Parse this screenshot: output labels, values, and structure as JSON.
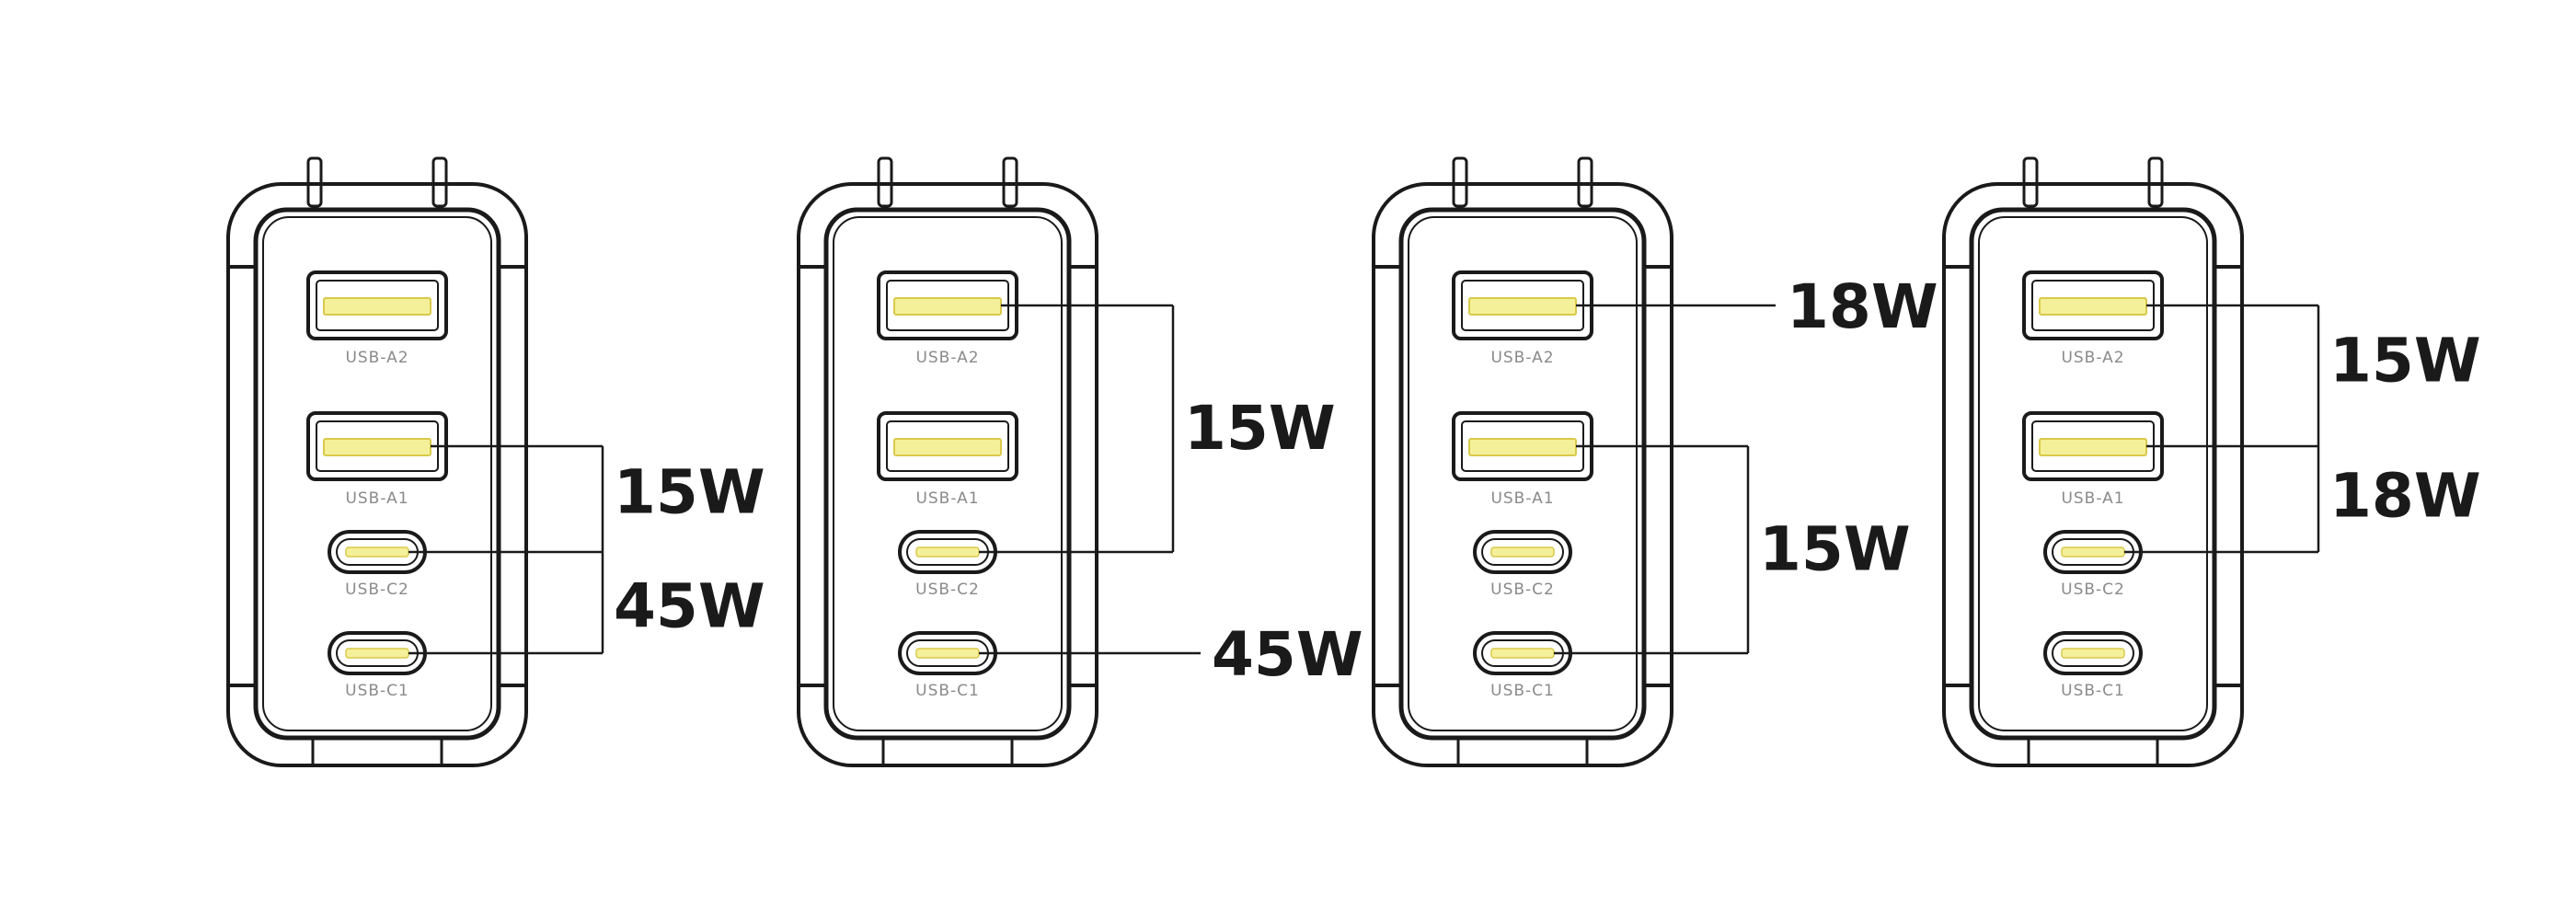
{
  "colors": {
    "outline": "#1a1a1a",
    "port_fill": "#f4f09a",
    "port_stroke": "#d9c94a",
    "port_label": "#8a8a8a",
    "background": "#ffffff"
  },
  "chargers": [
    {
      "ports": [
        {
          "id": "A2",
          "kind": "usb-a",
          "label": "USB-A2"
        },
        {
          "id": "A1",
          "kind": "usb-a",
          "label": "USB-A1"
        },
        {
          "id": "C2",
          "kind": "usb-c",
          "label": "USB-C2"
        },
        {
          "id": "C1",
          "kind": "usb-c",
          "label": "USB-C1"
        }
      ],
      "groups": [
        {
          "ports": [
            "A1",
            "C2",
            "C1"
          ],
          "labels": [
            "15W",
            "45W"
          ]
        }
      ]
    },
    {
      "ports": [
        {
          "id": "A2",
          "kind": "usb-a",
          "label": "USB-A2"
        },
        {
          "id": "A1",
          "kind": "usb-a",
          "label": "USB-A1"
        },
        {
          "id": "C2",
          "kind": "usb-c",
          "label": "USB-C2"
        },
        {
          "id": "C1",
          "kind": "usb-c",
          "label": "USB-C1"
        }
      ],
      "groups": [
        {
          "ports": [
            "A2",
            "C2"
          ],
          "labels": [
            "15W"
          ]
        },
        {
          "ports": [
            "C1"
          ],
          "labels": [
            "45W"
          ]
        }
      ]
    },
    {
      "ports": [
        {
          "id": "A2",
          "kind": "usb-a",
          "label": "USB-A2"
        },
        {
          "id": "A1",
          "kind": "usb-a",
          "label": "USB-A1"
        },
        {
          "id": "C2",
          "kind": "usb-c",
          "label": "USB-C2"
        },
        {
          "id": "C1",
          "kind": "usb-c",
          "label": "USB-C1"
        }
      ],
      "groups": [
        {
          "ports": [
            "A2"
          ],
          "labels": [
            "18W"
          ]
        },
        {
          "ports": [
            "A1",
            "C1"
          ],
          "labels": [
            "15W"
          ]
        }
      ]
    },
    {
      "ports": [
        {
          "id": "A2",
          "kind": "usb-a",
          "label": "USB-A2"
        },
        {
          "id": "A1",
          "kind": "usb-a",
          "label": "USB-A1"
        },
        {
          "id": "C2",
          "kind": "usb-c",
          "label": "USB-C2"
        },
        {
          "id": "C1",
          "kind": "usb-c",
          "label": "USB-C1"
        }
      ],
      "groups": [
        {
          "ports": [
            "A2",
            "A1",
            "C2"
          ],
          "labels": [
            "15W",
            "18W"
          ]
        }
      ]
    }
  ]
}
